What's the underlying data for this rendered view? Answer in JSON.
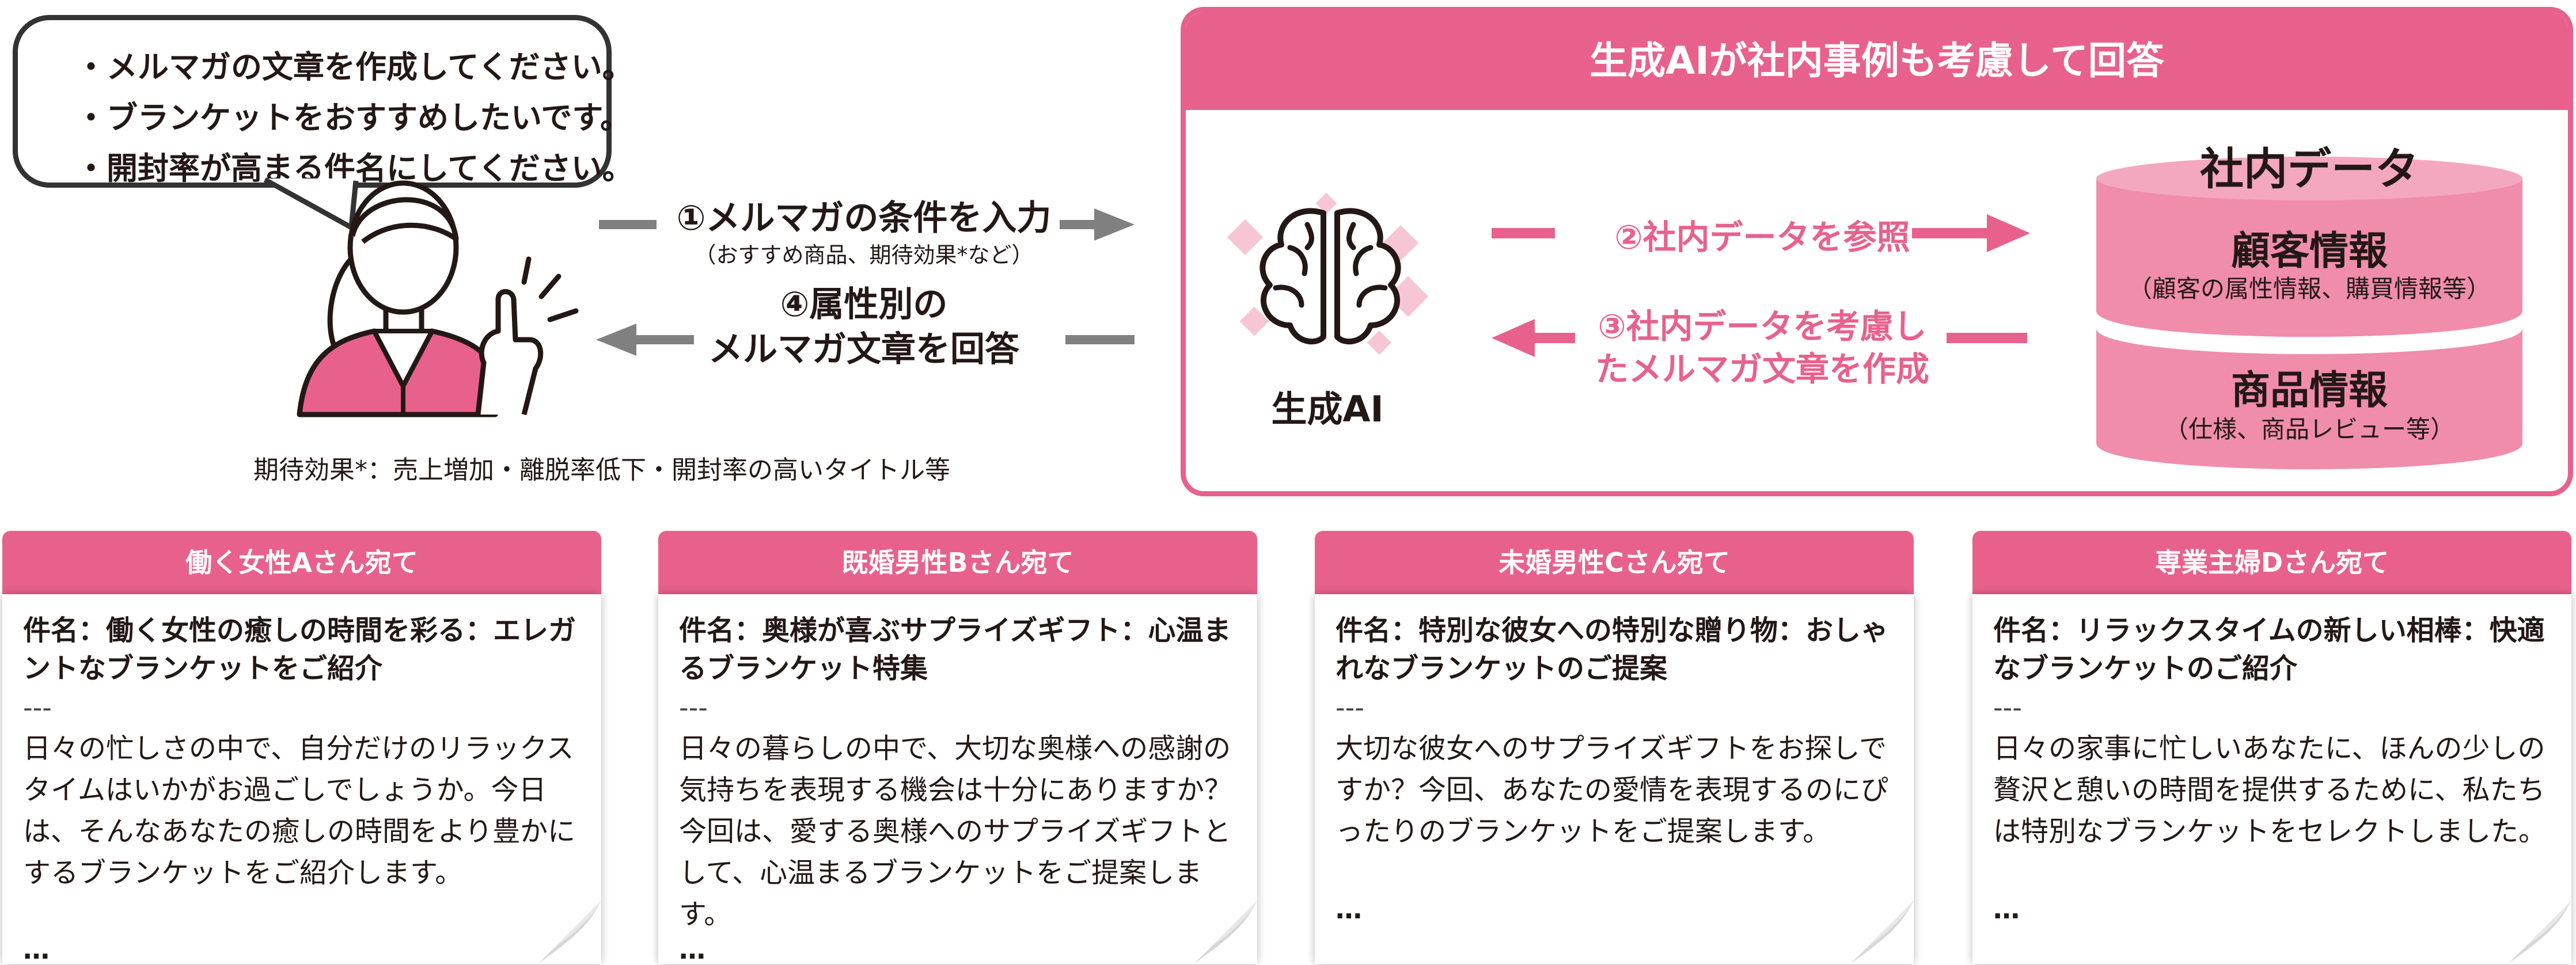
{
  "bubble": {
    "lines": [
      "・メルマガの文章を作成してください。",
      "・ブランケットをおすすめしたいです。",
      "・開封率が高まる件名にしてください。"
    ]
  },
  "left_flow": {
    "step1_title": "①メルマガの条件を入力",
    "step1_sub": "（おすすめ商品、期待効果*など）",
    "step4_line1": "④属性別の",
    "step4_line2": "メルマガ文章を回答"
  },
  "footnote": "期待効果*：売上増加・離脱率低下・開封率の高いタイトル等",
  "panel": {
    "title": "生成AIが社内事例も考慮して回答",
    "ai_label": "生成AI",
    "step2": "②社内データを参照",
    "step3_line1": "③社内データを考慮し",
    "step3_line2": "たメルマガ文章を作成",
    "db_title": "社内データ",
    "db_top_title": "顧客情報",
    "db_top_sub": "（顧客の属性情報、購買情報等）",
    "db_bottom_title": "商品情報",
    "db_bottom_sub": "（仕様、商品レビュー等）"
  },
  "colors": {
    "accent": "#e8618c",
    "accent_light": "#f08dab",
    "arrow_gray": "#808080",
    "text": "#231815"
  },
  "cards": [
    {
      "header": "働く女性Aさん宛て",
      "subject": "件名：働く女性の癒しの時間を彩る：エレガントなブランケットをご紹介",
      "separator": "---",
      "body": "日々の忙しさの中で、自分だけのリラックスタイムはいかがお過ごしでしょうか。今日は、そんなあなたの癒しの時間をより豊かにするブランケットをご紹介します。",
      "more": "…"
    },
    {
      "header": "既婚男性Bさん宛て",
      "subject": "件名：奥様が喜ぶサプライズギフト：心温まるブランケット特集",
      "separator": "---",
      "body": "日々の暮らしの中で、大切な奥様への感謝の気持ちを表現する機会は十分にありますか？今回は、愛する奥様へのサプライズギフトとして、心温まるブランケットをご提案します。",
      "more": "…"
    },
    {
      "header": "未婚男性Cさん宛て",
      "subject": "件名：特別な彼女への特別な贈り物：おしゃれなブランケットのご提案",
      "separator": "---",
      "body": "大切な彼女へのサプライズギフトをお探しですか？今回、あなたの愛情を表現するのにぴったりのブランケットをご提案します。",
      "more": "…"
    },
    {
      "header": "専業主婦Dさん宛て",
      "subject": "件名：リラックスタイムの新しい相棒：快適なブランケットのご紹介",
      "separator": "---",
      "body": "日々の家事に忙しいあなたに、ほんの少しの贅沢と憩いの時間を提供するために、私たちは特別なブランケットをセレクトしました。",
      "more": "…"
    }
  ]
}
